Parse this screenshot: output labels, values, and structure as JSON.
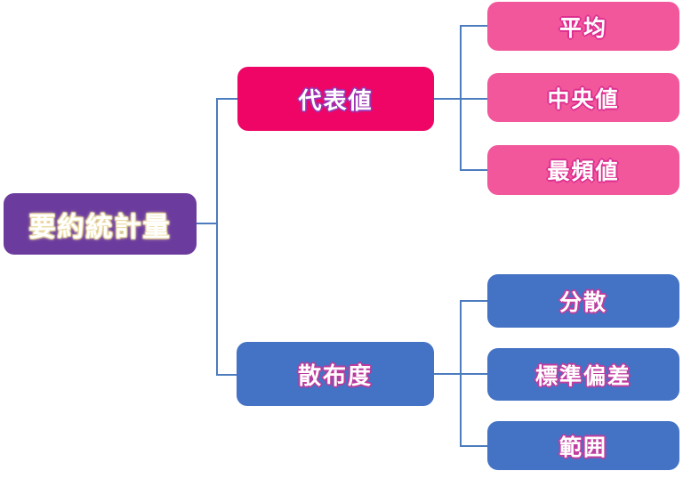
{
  "diagram": {
    "type": "tree",
    "root": {
      "label": "要約統計量",
      "color": "#6b3b9e",
      "text_color": "#ffffff",
      "text_glow_color": "#ecdca6"
    },
    "branches": [
      {
        "label": "代表値",
        "color": "#ee0566",
        "text_color": "#ffffff",
        "text_outline_color": "#9a35b2",
        "children": [
          {
            "label": "平均",
            "color": "#f2579b",
            "text_outline_color": "#dd2e90"
          },
          {
            "label": "中央値",
            "color": "#f2579b",
            "text_outline_color": "#dd2e90"
          },
          {
            "label": "最頻値",
            "color": "#f2579b",
            "text_outline_color": "#dd2e90"
          }
        ]
      },
      {
        "label": "散布度",
        "color": "#4472c4",
        "text_color": "#ffffff",
        "text_outline_color": "#bb3a9d",
        "children": [
          {
            "label": "分散",
            "color": "#4472c4",
            "text_outline_color": "#c13da0"
          },
          {
            "label": "標準偏差",
            "color": "#4472c4",
            "text_outline_color": "#c13da0"
          },
          {
            "label": "範囲",
            "color": "#4472c4",
            "text_outline_color": "#c13da0"
          }
        ]
      }
    ],
    "connector_color": "#4c7cbe",
    "background_color": "#ffffff"
  }
}
